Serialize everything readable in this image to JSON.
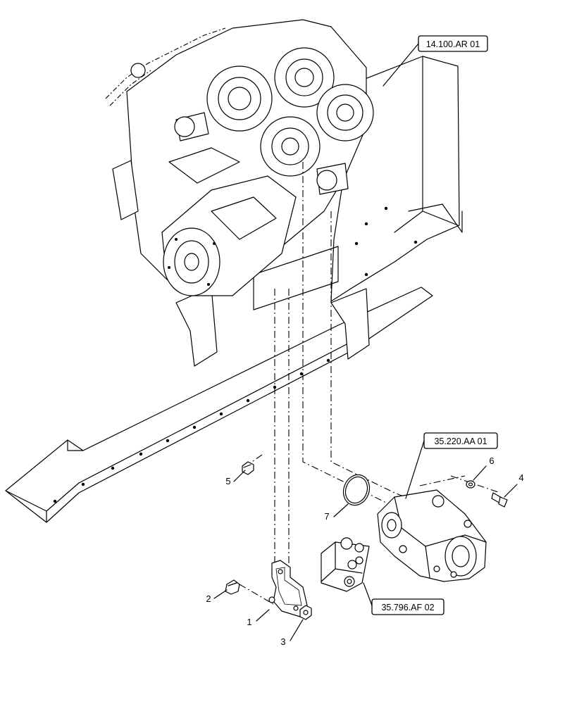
{
  "references": [
    {
      "id": "ref-14-100-ar-01",
      "text": "14.100.AR 01"
    },
    {
      "id": "ref-35-220-aa-01",
      "text": "35.220.AA 01"
    },
    {
      "id": "ref-35-796-af-02",
      "text": "35.796.AF 02"
    }
  ],
  "callouts": [
    {
      "number": "1"
    },
    {
      "number": "2"
    },
    {
      "number": "3"
    },
    {
      "number": "4"
    },
    {
      "number": "5"
    },
    {
      "number": "6"
    },
    {
      "number": "7"
    }
  ]
}
